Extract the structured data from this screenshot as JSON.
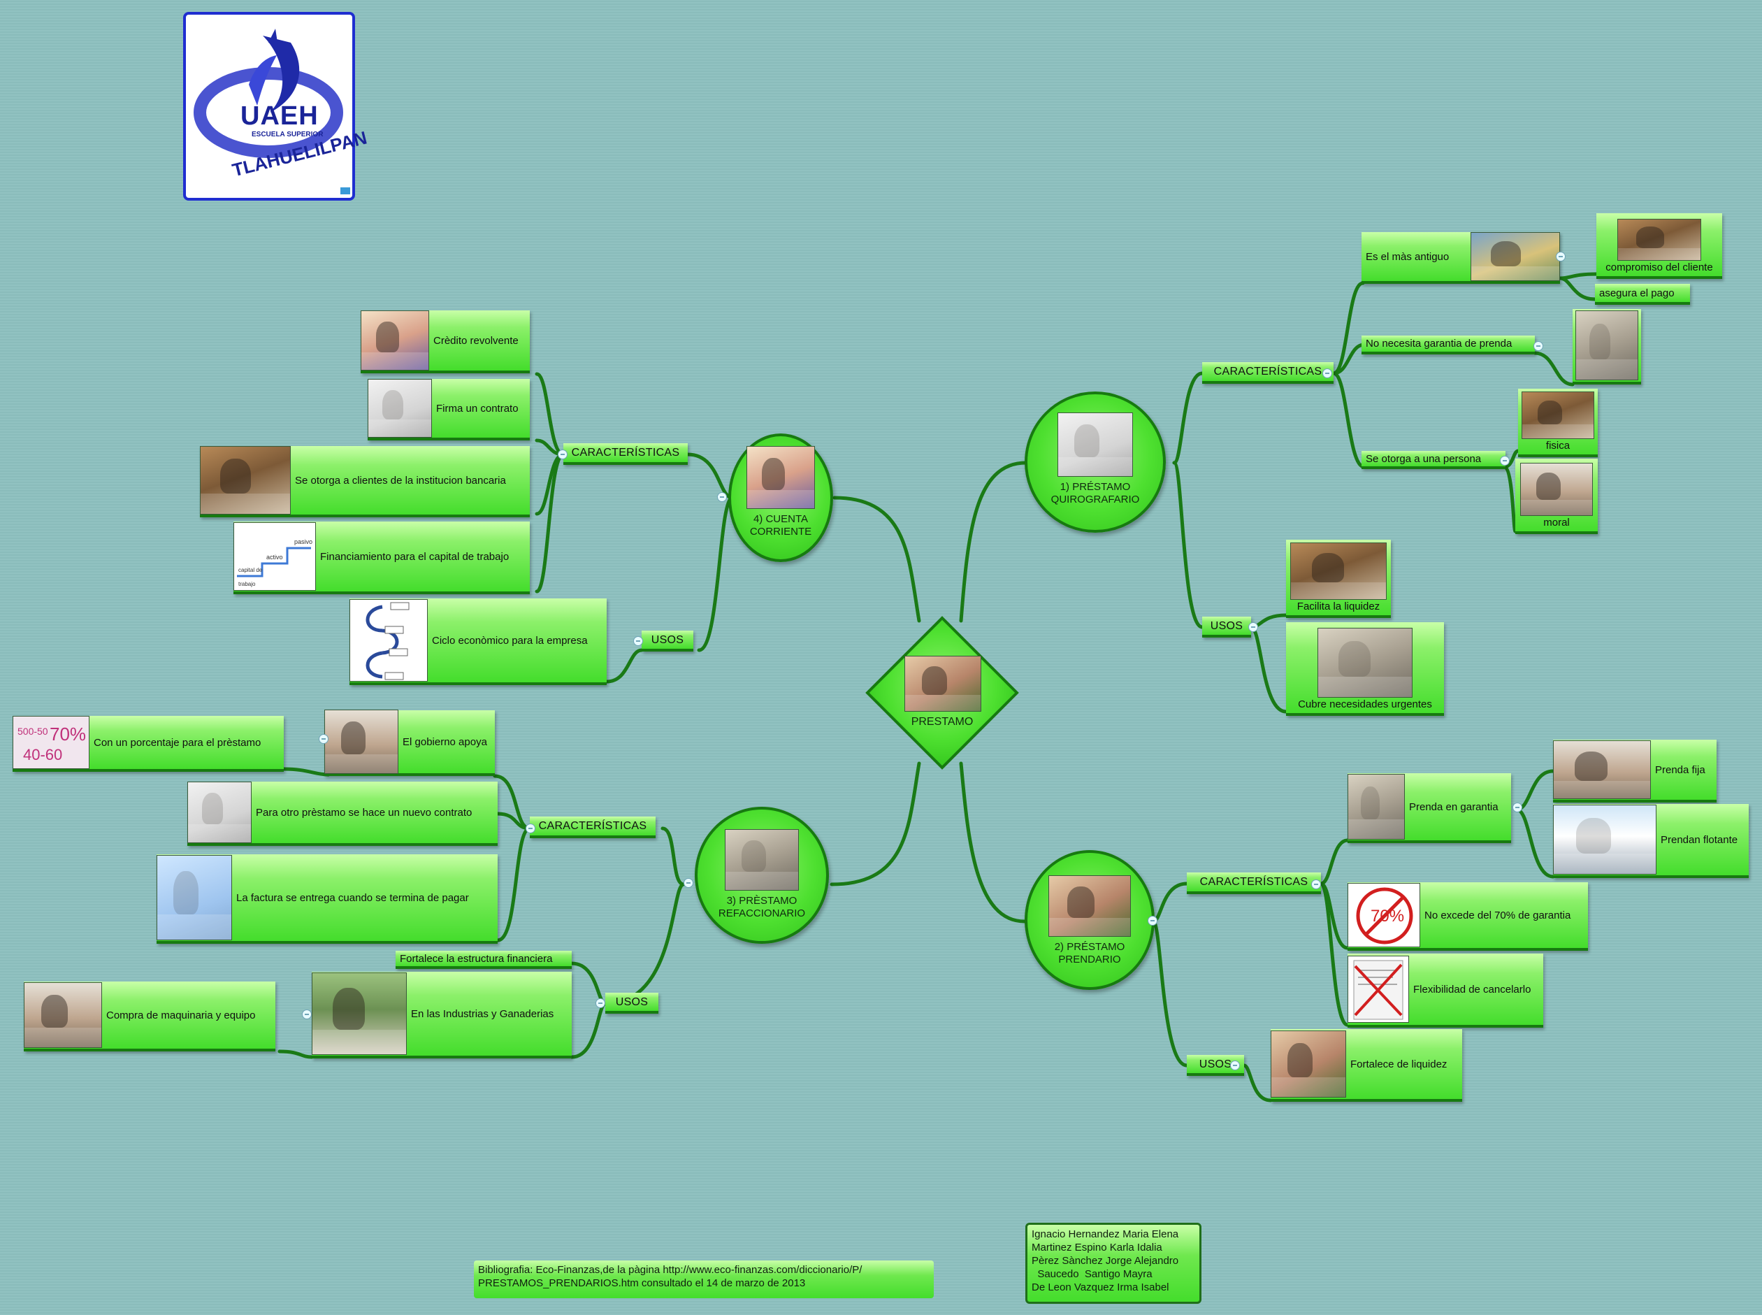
{
  "root": {
    "label": "PRESTAMO",
    "image": "handshake-photo"
  },
  "branches": {
    "quirografario": {
      "label": "1) PRÉSTAMO QUIROGRAFARIO",
      "caracteristicas_label": "CARACTERÍSTICAS",
      "usos_label": "USOS",
      "antiguo": "Es el màs antiguo",
      "compromiso": "compromiso del cliente",
      "asegura": "asegura el pago",
      "no_garantia": "No necesita garantia de prenda",
      "se_otorga": "Se otorga a una persona",
      "fisica": "fisica",
      "moral": "moral",
      "liquidez": "Facilita la liquidez",
      "urgentes": "Cubre necesidades urgentes"
    },
    "prendario": {
      "label": "2) PRÉSTAMO PRENDARIO",
      "caracteristicas_label": "CARACTERÍSTICAS",
      "usos_label": "USOS",
      "prenda_garantia": "Prenda en garantia",
      "prenda_fija": "Prenda fija",
      "prendan_flotante": "Prendan flotante",
      "no_excede": "No excede del 70% de garantia",
      "flexibilidad": "Flexibilidad de cancelarlo",
      "fortalece_liquidez": "Fortalece de liquidez"
    },
    "refaccionario": {
      "label": "3) PRÈSTAMO REFACCIONARIO",
      "caracteristicas_label": "CARACTERÍSTICAS",
      "usos_label": "USOS",
      "gobierno": "El gobierno apoya",
      "porcentaje": "Con un porcentaje para el prèstamo",
      "otro_prestamo": "Para otro prèstamo se hace un nuevo contrato",
      "factura": "La factura se entrega cuando se termina de pagar",
      "fortalece_estructura": "Fortalece la estructura financiera",
      "industrias": "En las Industrias y Ganaderias",
      "maquinaria": "Compra de maquinaria y equipo"
    },
    "cuenta_corriente": {
      "label": "4) CUENTA CORRIENTE",
      "caracteristicas_label": "CARACTERÍSTICAS",
      "usos_label": "USOS",
      "credito": "Crèdito revolvente",
      "firma": "Firma un contrato",
      "clientes": "Se otorga a clientes de la institucion bancaria",
      "financiamiento": "Financiamiento para el capital de trabajo",
      "ciclo": "Ciclo econòmico para la empresa"
    }
  },
  "diagram_labels": {
    "fin_pasivo": "pasivo",
    "fin_activo": "activo",
    "fin_capital": "capital de",
    "fin_trabajo": "trabajo",
    "pct_70": "70%",
    "pct_big": "70%",
    "pct_small": "40-60",
    "pct_note": "500-50"
  },
  "logo": {
    "brand": "UAEH",
    "ring_text": "TLAHUELILPAN",
    "sub_text": "ESCUELA SUPERIOR"
  },
  "credits": {
    "lines": [
      "Ignacio Hernandez Maria Elena",
      "Martinez Espino Karla Idalia",
      "Pèrez Sànchez Jorge Alejandro",
      "  Saucedo  Santigo Mayra",
      "De Leon Vazquez Irma Isabel"
    ]
  },
  "bibliography": {
    "lines": [
      "Bibliografia: Eco-Finanzas,de la pàgina http://www.eco-finanzas.com/diccionario/P/",
      "PRESTAMOS_PRENDARIOS.htm consultado el 14 de marzo de 2013"
    ]
  },
  "colors": {
    "background": "#8dc0bf",
    "node_green": "#44dd2c",
    "node_light": "#c9ffa8",
    "connector": "#1a7a16",
    "logo_border": "#1f2ed0"
  }
}
